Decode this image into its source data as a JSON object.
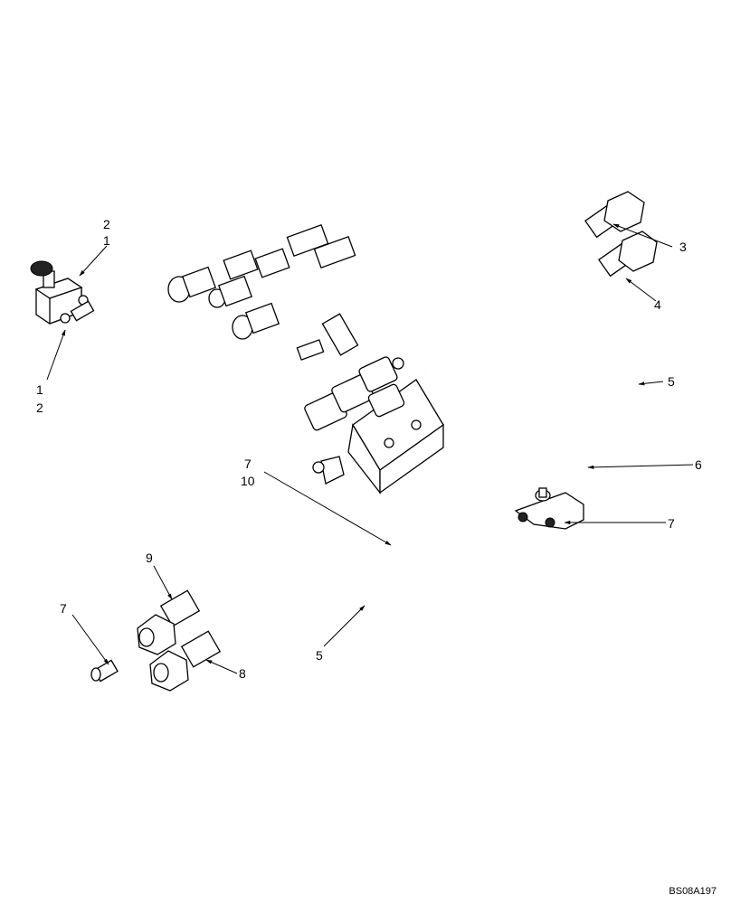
{
  "callouts": {
    "c2_top": "2",
    "c1_top": "1",
    "c1_left": "1",
    "c2_left": "2",
    "c3": "3",
    "c4": "4",
    "c5_right": "5",
    "c6": "6",
    "c7_right": "7",
    "c7_mid": "7",
    "c10_mid": "10",
    "c9": "9",
    "c7_left": "7",
    "c8": "8",
    "c5_bottom": "5"
  },
  "figure_code": "BS08A197"
}
